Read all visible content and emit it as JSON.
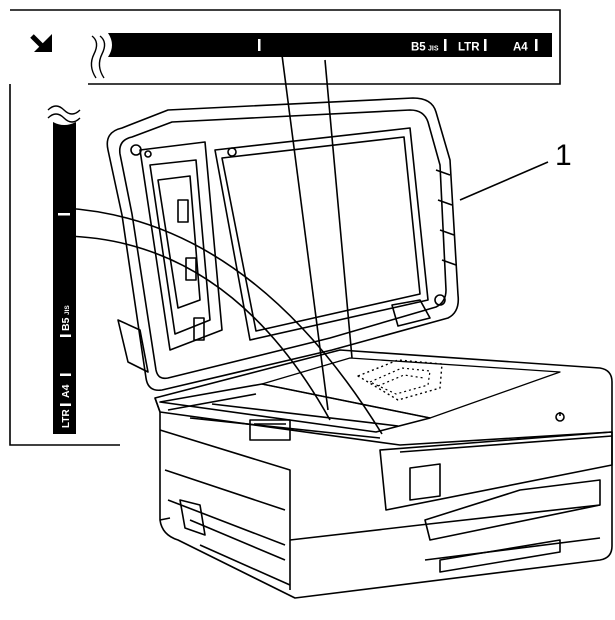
{
  "callout": {
    "number": "1"
  },
  "horizontal_guide": {
    "arrow_icon": "arrow-down-right-icon",
    "labels": {
      "b5_main": "B5",
      "b5_sub": "JIS",
      "ltr": "LTR",
      "a4": "A4"
    }
  },
  "vertical_guide": {
    "labels": {
      "b5_main": "B5",
      "b5_sub": "JIS",
      "ltr": "LTR",
      "a4": "A4"
    }
  },
  "colors": {
    "line": "#000000",
    "guide_bar": "#000000",
    "guide_text": "#ffffff",
    "background": "#ffffff"
  }
}
